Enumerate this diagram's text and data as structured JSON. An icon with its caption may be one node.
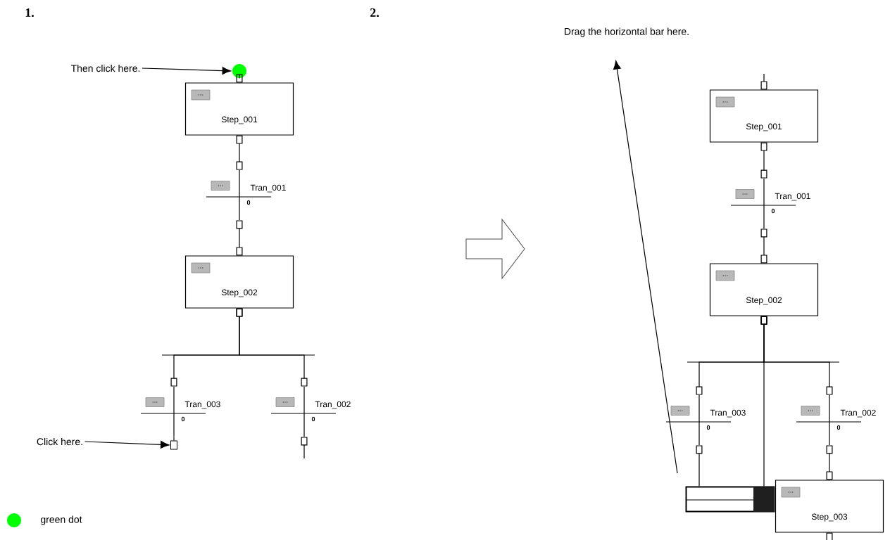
{
  "diagram": {
    "nodes": [
      {
        "text": [
          "Then click here."
        ]
      },
      {
        "text": [],
        "shape": "circle"
      },
      {
        "text": [
          "...",
          "Step_001"
        ]
      },
      {
        "text": [
          "...",
          "Tran_001",
          "0"
        ]
      },
      {
        "text": [
          "...",
          "Step_002"
        ]
      },
      {
        "text": [
          "...",
          "Tran_003",
          "0"
        ]
      },
      {
        "text": [
          "...",
          "Tran_002",
          "0"
        ]
      },
      {
        "text": [
          "Click here."
        ]
      },
      {
        "text": [],
        "shape": "box"
      },
      {
        "text": [
          "Drag the horizontal bar here."
        ]
      },
      {
        "text": [
          "...",
          "Step_001"
        ]
      },
      {
        "text": [
          "...",
          "Tran_001",
          "0"
        ]
      },
      {
        "text": [
          "...",
          "Step_002"
        ]
      },
      {
        "text": [
          "...",
          "Tran_003",
          "0"
        ]
      },
      {
        "text": [
          "...",
          "Tran_002",
          "0"
        ]
      },
      {
        "text": [
          "...",
          "Step_003"
        ]
      },
      {
        "text": [],
        "shape": "bar"
      }
    ],
    "edges": [
      {
        "from": 0,
        "to": 1,
        "arrow": "to"
      },
      {
        "from": 1,
        "to": 2,
        "arrow": "other"
      },
      {
        "from": 2,
        "to": 3,
        "arrow": "other"
      },
      {
        "from": 3,
        "to": 4,
        "arrow": "other"
      },
      {
        "from": 4,
        "to": 5,
        "arrow": "other"
      },
      {
        "from": 4,
        "to": 6,
        "arrow": "other"
      },
      {
        "from": 5,
        "to": 8,
        "arrow": "none"
      },
      {
        "from": 7,
        "to": 8,
        "arrow": "to"
      },
      {
        "from": 6,
        "to": null,
        "arrow": "other"
      },
      {
        "from": null,
        "to": 10,
        "arrow": "other"
      },
      {
        "from": 10,
        "to": 11,
        "arrow": "other"
      },
      {
        "from": 11,
        "to": 12,
        "arrow": "other"
      },
      {
        "from": 12,
        "to": 13,
        "arrow": "other"
      },
      {
        "from": 12,
        "to": 14,
        "arrow": "other"
      },
      {
        "from": 12,
        "to": 16,
        "arrow": "other"
      },
      {
        "from": 13,
        "to": 16,
        "arrow": "other"
      },
      {
        "from": 14,
        "to": 15,
        "arrow": "other"
      },
      {
        "from": 15,
        "to": null,
        "arrow": "other"
      },
      {
        "from": null,
        "to": 9,
        "arrow": "to"
      }
    ],
    "labels": [
      "1.",
      "2."
    ],
    "legend": [
      {
        "text": "green dot",
        "color": "#00ff00"
      }
    ]
  }
}
